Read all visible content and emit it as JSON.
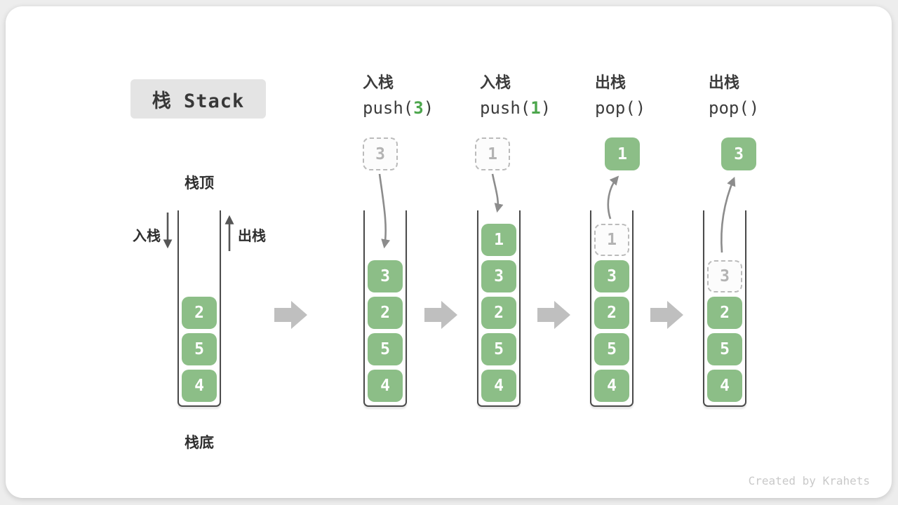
{
  "title": "栈 Stack",
  "stack_top_label": "栈顶",
  "stack_bottom_label": "栈底",
  "push_side_label": "入栈",
  "pop_side_label": "出栈",
  "watermark": "Created by Krahets",
  "colors": {
    "box_green": "#8CBE87",
    "code_arg_green": "#4CA64C",
    "header_text": "#3C3C3C",
    "container_wall": "#4A4A4A",
    "dashed_border": "#BBBBBB",
    "dashed_text": "#B3B3B3",
    "curved_arrow": "#8C8C8C",
    "step_arrow": "#BFBFBF",
    "title_bg": "#E4E4E4",
    "watermark_text": "#C9C9C9"
  },
  "columns": [
    {
      "header_cn": "",
      "code": {
        "pre": "",
        "arg": "",
        "post": ""
      },
      "floating": null,
      "items": [
        {
          "value": "2",
          "slot": 3,
          "dashed": false
        },
        {
          "value": "5",
          "slot": 2,
          "dashed": false
        },
        {
          "value": "4",
          "slot": 1,
          "dashed": false
        }
      ]
    },
    {
      "header_cn": "入栈",
      "code": {
        "pre": "push(",
        "arg": "3",
        "post": ")"
      },
      "floating": {
        "value": "3",
        "dashed": true
      },
      "items": [
        {
          "value": "3",
          "slot": 4,
          "dashed": false
        },
        {
          "value": "2",
          "slot": 3,
          "dashed": false
        },
        {
          "value": "5",
          "slot": 2,
          "dashed": false
        },
        {
          "value": "4",
          "slot": 1,
          "dashed": false
        }
      ]
    },
    {
      "header_cn": "入栈",
      "code": {
        "pre": "push(",
        "arg": "1",
        "post": ")"
      },
      "floating": {
        "value": "1",
        "dashed": true
      },
      "items": [
        {
          "value": "1",
          "slot": 5,
          "dashed": false
        },
        {
          "value": "3",
          "slot": 4,
          "dashed": false
        },
        {
          "value": "2",
          "slot": 3,
          "dashed": false
        },
        {
          "value": "5",
          "slot": 2,
          "dashed": false
        },
        {
          "value": "4",
          "slot": 1,
          "dashed": false
        }
      ]
    },
    {
      "header_cn": "出栈",
      "code": {
        "pre": "pop(",
        "arg": "",
        "post": ")"
      },
      "floating": {
        "value": "1",
        "dashed": false
      },
      "items": [
        {
          "value": "1",
          "slot": 5,
          "dashed": true
        },
        {
          "value": "3",
          "slot": 4,
          "dashed": false
        },
        {
          "value": "2",
          "slot": 3,
          "dashed": false
        },
        {
          "value": "5",
          "slot": 2,
          "dashed": false
        },
        {
          "value": "4",
          "slot": 1,
          "dashed": false
        }
      ]
    },
    {
      "header_cn": "出栈",
      "code": {
        "pre": "pop(",
        "arg": "",
        "post": ")"
      },
      "floating": {
        "value": "3",
        "dashed": false
      },
      "items": [
        {
          "value": "3",
          "slot": 4,
          "dashed": true
        },
        {
          "value": "2",
          "slot": 3,
          "dashed": false
        },
        {
          "value": "5",
          "slot": 2,
          "dashed": false
        },
        {
          "value": "4",
          "slot": 1,
          "dashed": false
        }
      ]
    }
  ]
}
